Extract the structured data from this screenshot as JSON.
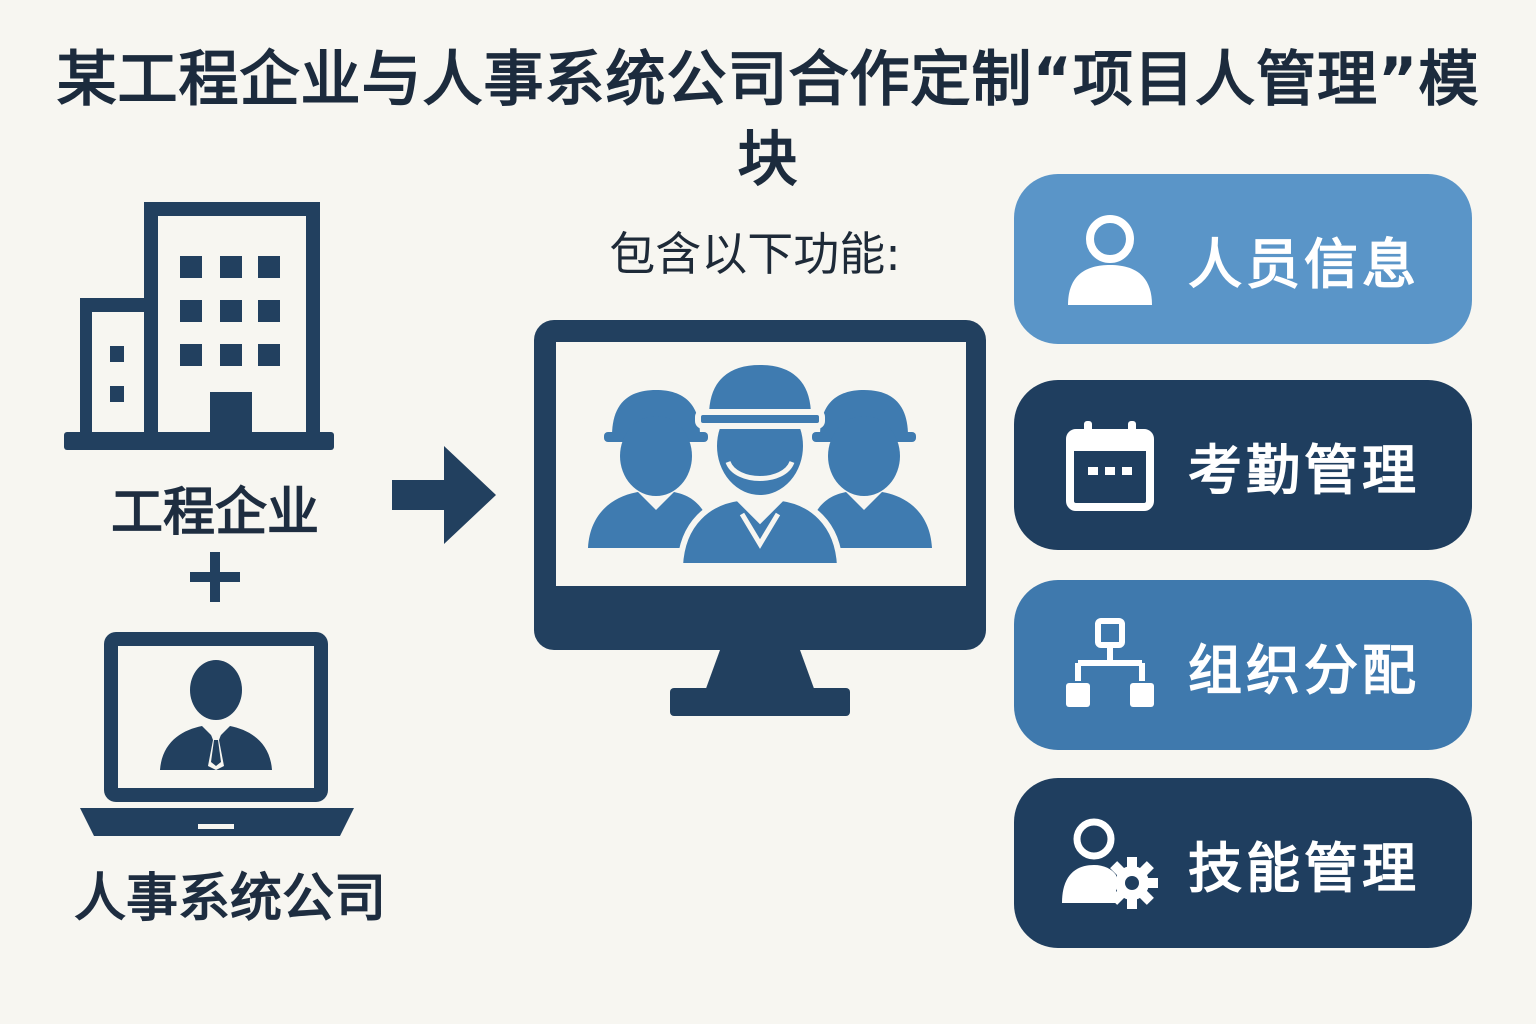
{
  "title": "某工程企业与人事系统公司合作定制“项目人管理”模块",
  "subtitle": "包含以下功能:",
  "left": {
    "company_label": "工程企业",
    "hr_label": "人事系统公司",
    "plus_icon": "plus-icon",
    "company_icon": "office-building-icon",
    "hr_icon": "laptop-businessman-icon"
  },
  "center": {
    "arrow_icon": "right-arrow-icon",
    "monitor_icon": "monitor-workers-icon"
  },
  "features": [
    {
      "label": "人员信息",
      "icon": "user-icon",
      "color": "#5a95c8"
    },
    {
      "label": "考勤管理",
      "icon": "calendar-icon",
      "color": "#1f3e5f"
    },
    {
      "label": "组织分配",
      "icon": "org-chart-icon",
      "color": "#3f79ad"
    },
    {
      "label": "技能管理",
      "icon": "user-gear-icon",
      "color": "#1f3e5f"
    }
  ]
}
